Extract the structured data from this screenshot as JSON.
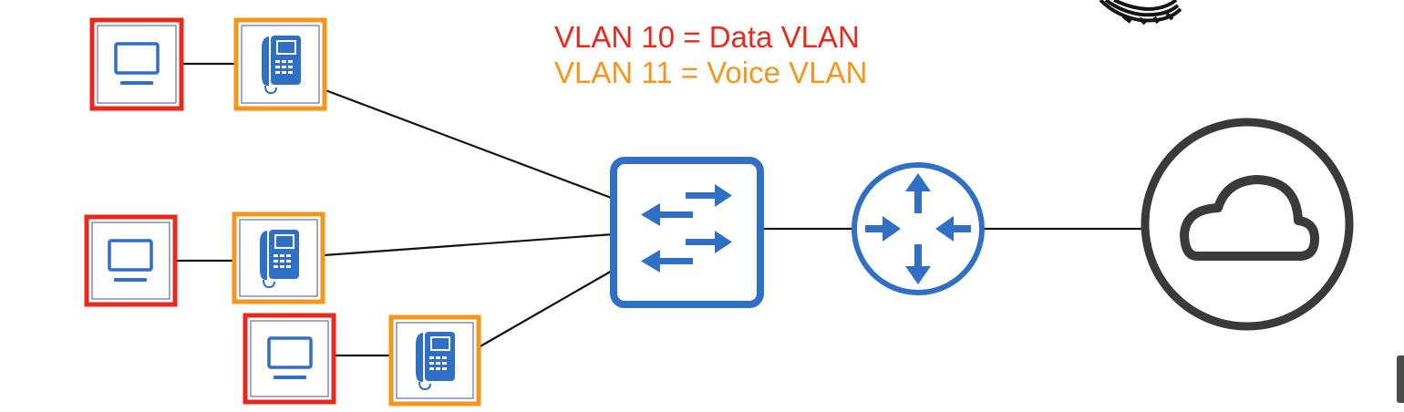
{
  "legend": {
    "data_vlan": "VLAN 10 = Data VLAN",
    "voice_vlan": "VLAN 11 = Voice VLAN"
  },
  "colors": {
    "data_vlan": "#e8291c",
    "voice_vlan": "#f5961a",
    "device_blue": "#2f6fc6",
    "link_line": "#111111",
    "cloud_gray": "#3a3a3a"
  },
  "nodes": {
    "pcs": [
      "pc-1",
      "pc-2",
      "pc-3"
    ],
    "phones": [
      "ip-phone-1",
      "ip-phone-2",
      "ip-phone-3"
    ],
    "switch": "switch-icon",
    "router": "router-icon",
    "internet": "cloud-icon",
    "partial": "coiled-cable-icon"
  }
}
